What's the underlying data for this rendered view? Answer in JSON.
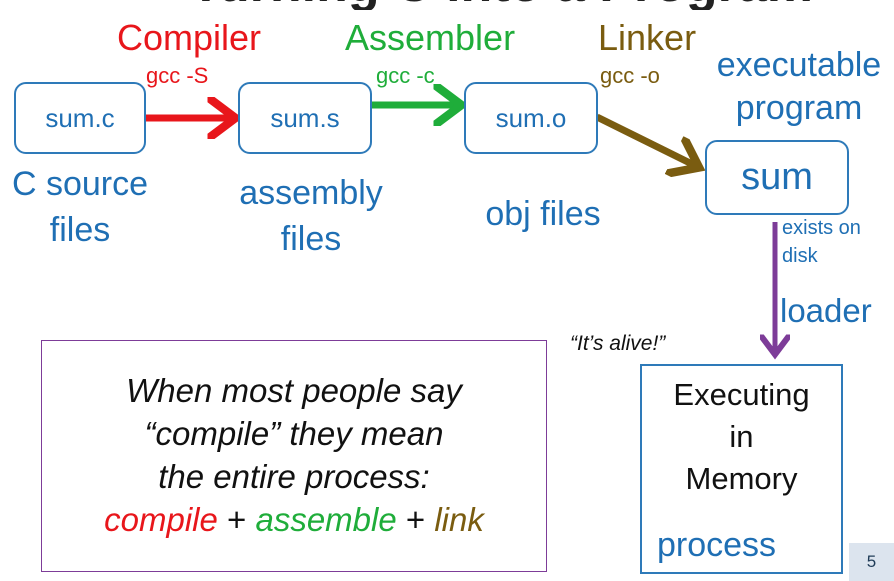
{
  "title": "Turning C into a Program",
  "colors": {
    "compile": "#e8161b",
    "assemble": "#1fad3a",
    "link": "#7a5c10",
    "load": "#7d3c98",
    "primary": "#1f6fb4"
  },
  "stages": {
    "compiler": {
      "name": "Compiler",
      "cmd": "gcc -S"
    },
    "assembler": {
      "name": "Assembler",
      "cmd": "gcc -c"
    },
    "linker": {
      "name": "Linker",
      "cmd": "gcc -o"
    }
  },
  "files": {
    "source": {
      "name": "sum.c",
      "desc": [
        "C source",
        "files"
      ]
    },
    "assembly": {
      "name": "sum.s",
      "desc": [
        "assembly",
        "files"
      ]
    },
    "object": {
      "name": "sum.o",
      "desc": [
        "obj files"
      ]
    },
    "executable": {
      "name": "sum",
      "desc": [
        "executable",
        "program"
      ]
    }
  },
  "disk_note": [
    "exists on",
    "disk"
  ],
  "loader": "loader",
  "alive": "“It’s alive!”",
  "memory": {
    "lines": [
      "Executing",
      "in",
      "Memory"
    ],
    "label": "process"
  },
  "note": {
    "lines": [
      "When most people say",
      "“compile” they mean",
      "the entire process:"
    ],
    "compile": "compile",
    "plus": "+",
    "assemble": "assemble",
    "link": "link"
  },
  "page_number": "5"
}
